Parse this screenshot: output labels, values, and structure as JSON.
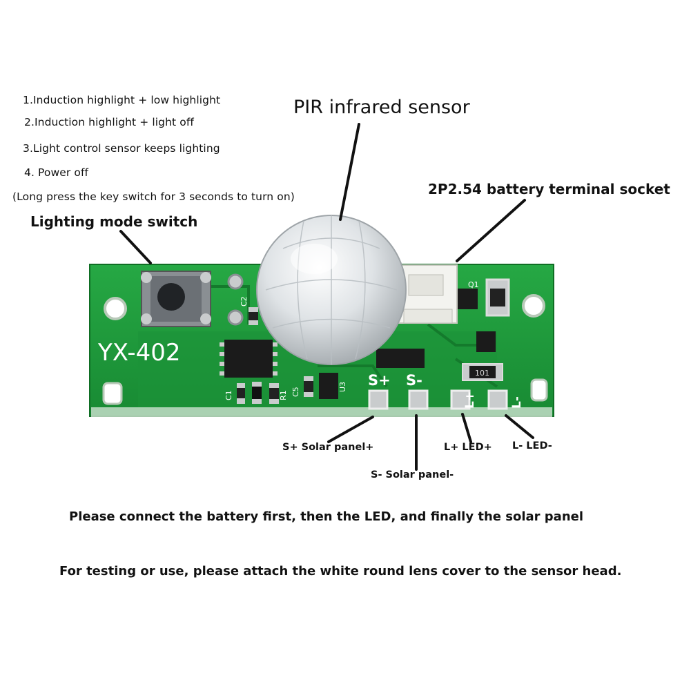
{
  "mode_list": {
    "items": [
      "1.Induction highlight + low highlight",
      "2.Induction highlight + light off",
      "3.Light control sensor keeps lighting",
      "4. Power off",
      "(Long press the key switch for 3 seconds to turn on)"
    ]
  },
  "labels": {
    "pir_sensor": "PIR infrared sensor",
    "battery_socket": "2P2.54 battery terminal socket",
    "mode_switch": "Lighting mode switch",
    "solar_plus": "S+ Solar panel+",
    "solar_minus": "S- Solar panel-",
    "led_plus": "L+ LED+",
    "led_minus": "L- LED-"
  },
  "board": {
    "model": "YX-402",
    "pads": {
      "s_plus": "S+",
      "s_minus": "S-",
      "l_plus": "L+",
      "l_minus": "L-"
    },
    "refs": {
      "q1": "Q1",
      "c2": "C2",
      "c1": "C1",
      "r1": "R1",
      "c5": "C5",
      "u3": "U3",
      "r101": "101"
    },
    "pcb_color": "#1f9a3a",
    "pcb_dark": "#137a2a"
  },
  "notes": {
    "connect_order": "Please connect the battery first, then the LED, and finally the solar panel",
    "lens_cover": "For testing or use, please attach the white round lens cover to the sensor head."
  }
}
